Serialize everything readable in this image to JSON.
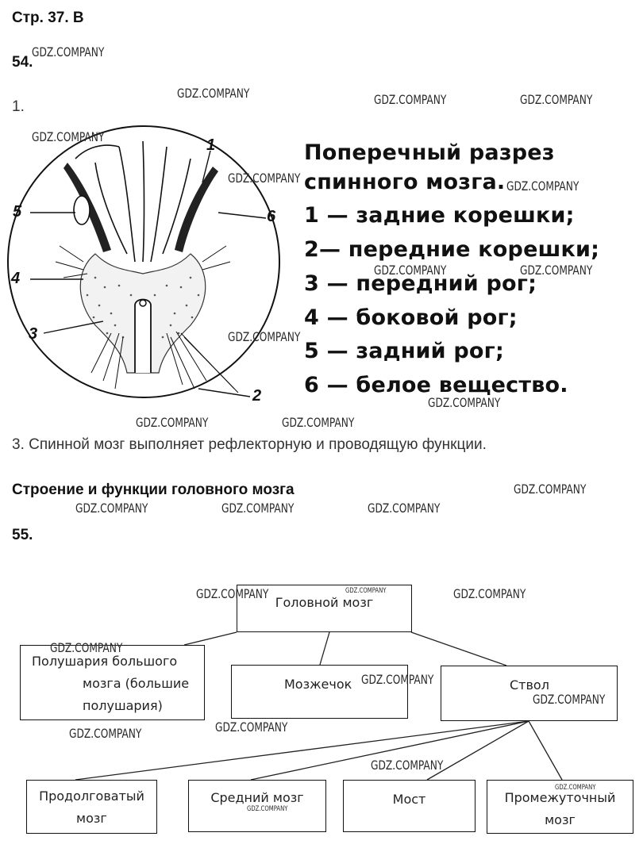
{
  "header": {
    "page_label": "Стр. 37. В"
  },
  "tasks": {
    "t54": {
      "number": "54.",
      "item1": "1."
    },
    "t55": {
      "number": "55."
    }
  },
  "diagram_numbers": [
    "1",
    "2",
    "3",
    "4",
    "5",
    "6"
  ],
  "legend": {
    "title_line1": "Поперечный разрез",
    "title_line2": "спинного мозга.",
    "items": [
      "1 — задние корешки;",
      "2— передние корешки;",
      "3 — передний рог;",
      "4 — боковой рог;",
      "5 — задний рог;",
      "6 — белое вещество."
    ]
  },
  "answer3": "3. Спинной мозг выполняет рефлекторную и проводящую функции.",
  "section_title": "Строение и функции головного мозга",
  "tree": {
    "root": "Головной мозг",
    "hemispheres": [
      "Полушария большого",
      "мозга (большие",
      "полушария)"
    ],
    "cerebellum": "Мозжечок",
    "stem": "Ствол",
    "medulla": [
      "Продолговатый",
      "мозг"
    ],
    "midbrain": "Средний мозг",
    "pons": "Мост",
    "diencephalon": [
      "Промежуточный",
      "мозг"
    ]
  },
  "watermark": "GDZ.COMPANY"
}
